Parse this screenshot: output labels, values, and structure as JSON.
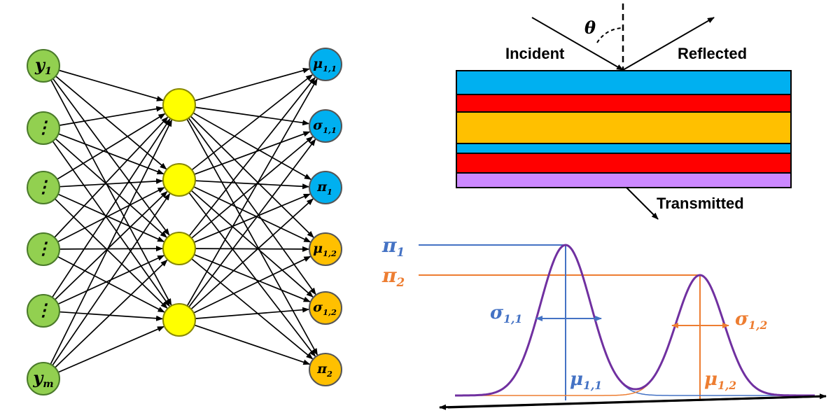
{
  "network": {
    "inputs": [
      {
        "main": "y",
        "sub": "1"
      },
      {
        "main": "⋮",
        "sub": ""
      },
      {
        "main": "⋮",
        "sub": ""
      },
      {
        "main": "⋮",
        "sub": ""
      },
      {
        "main": "⋮",
        "sub": ""
      },
      {
        "main": "y",
        "sub": "m"
      }
    ],
    "hidden_count": 4,
    "outputs": [
      {
        "main": "μ",
        "sub": "1,1",
        "color": "#00b0f0"
      },
      {
        "main": "σ",
        "sub": "1,1",
        "color": "#00b0f0"
      },
      {
        "main": "π",
        "sub": "1",
        "color": "#00b0f0"
      },
      {
        "main": "μ",
        "sub": "1,2",
        "color": "#ffc000"
      },
      {
        "main": "σ",
        "sub": "1,2",
        "color": "#ffc000"
      },
      {
        "main": "π",
        "sub": "2",
        "color": "#ffc000"
      }
    ],
    "colors": {
      "input": "#92d050",
      "hidden": "#ffff00"
    }
  },
  "film": {
    "angle_symbol": "θ",
    "incident_label": "Incident",
    "reflected_label": "Reflected",
    "transmitted_label": "Transmitted",
    "layers": [
      {
        "color": "#00b0f0"
      },
      {
        "color": "#ff0000"
      },
      {
        "color": "#ffc000"
      },
      {
        "color": "#00b0f0"
      },
      {
        "color": "#ff0000"
      },
      {
        "color": "#cc88ff"
      }
    ]
  },
  "mixture": {
    "labels": {
      "pi1": {
        "main": "π",
        "sub": "1"
      },
      "pi2": {
        "main": "π",
        "sub": "2"
      },
      "sigma11": {
        "main": "σ",
        "sub": "1,1"
      },
      "sigma12": {
        "main": "σ",
        "sub": "1,2"
      },
      "mu11": {
        "main": "μ",
        "sub": "1,1"
      },
      "mu12": {
        "main": "μ",
        "sub": "1,2"
      }
    },
    "colors": {
      "component1": "#4472c4",
      "component2": "#ed7d31",
      "mixture": "#7030a0"
    }
  }
}
